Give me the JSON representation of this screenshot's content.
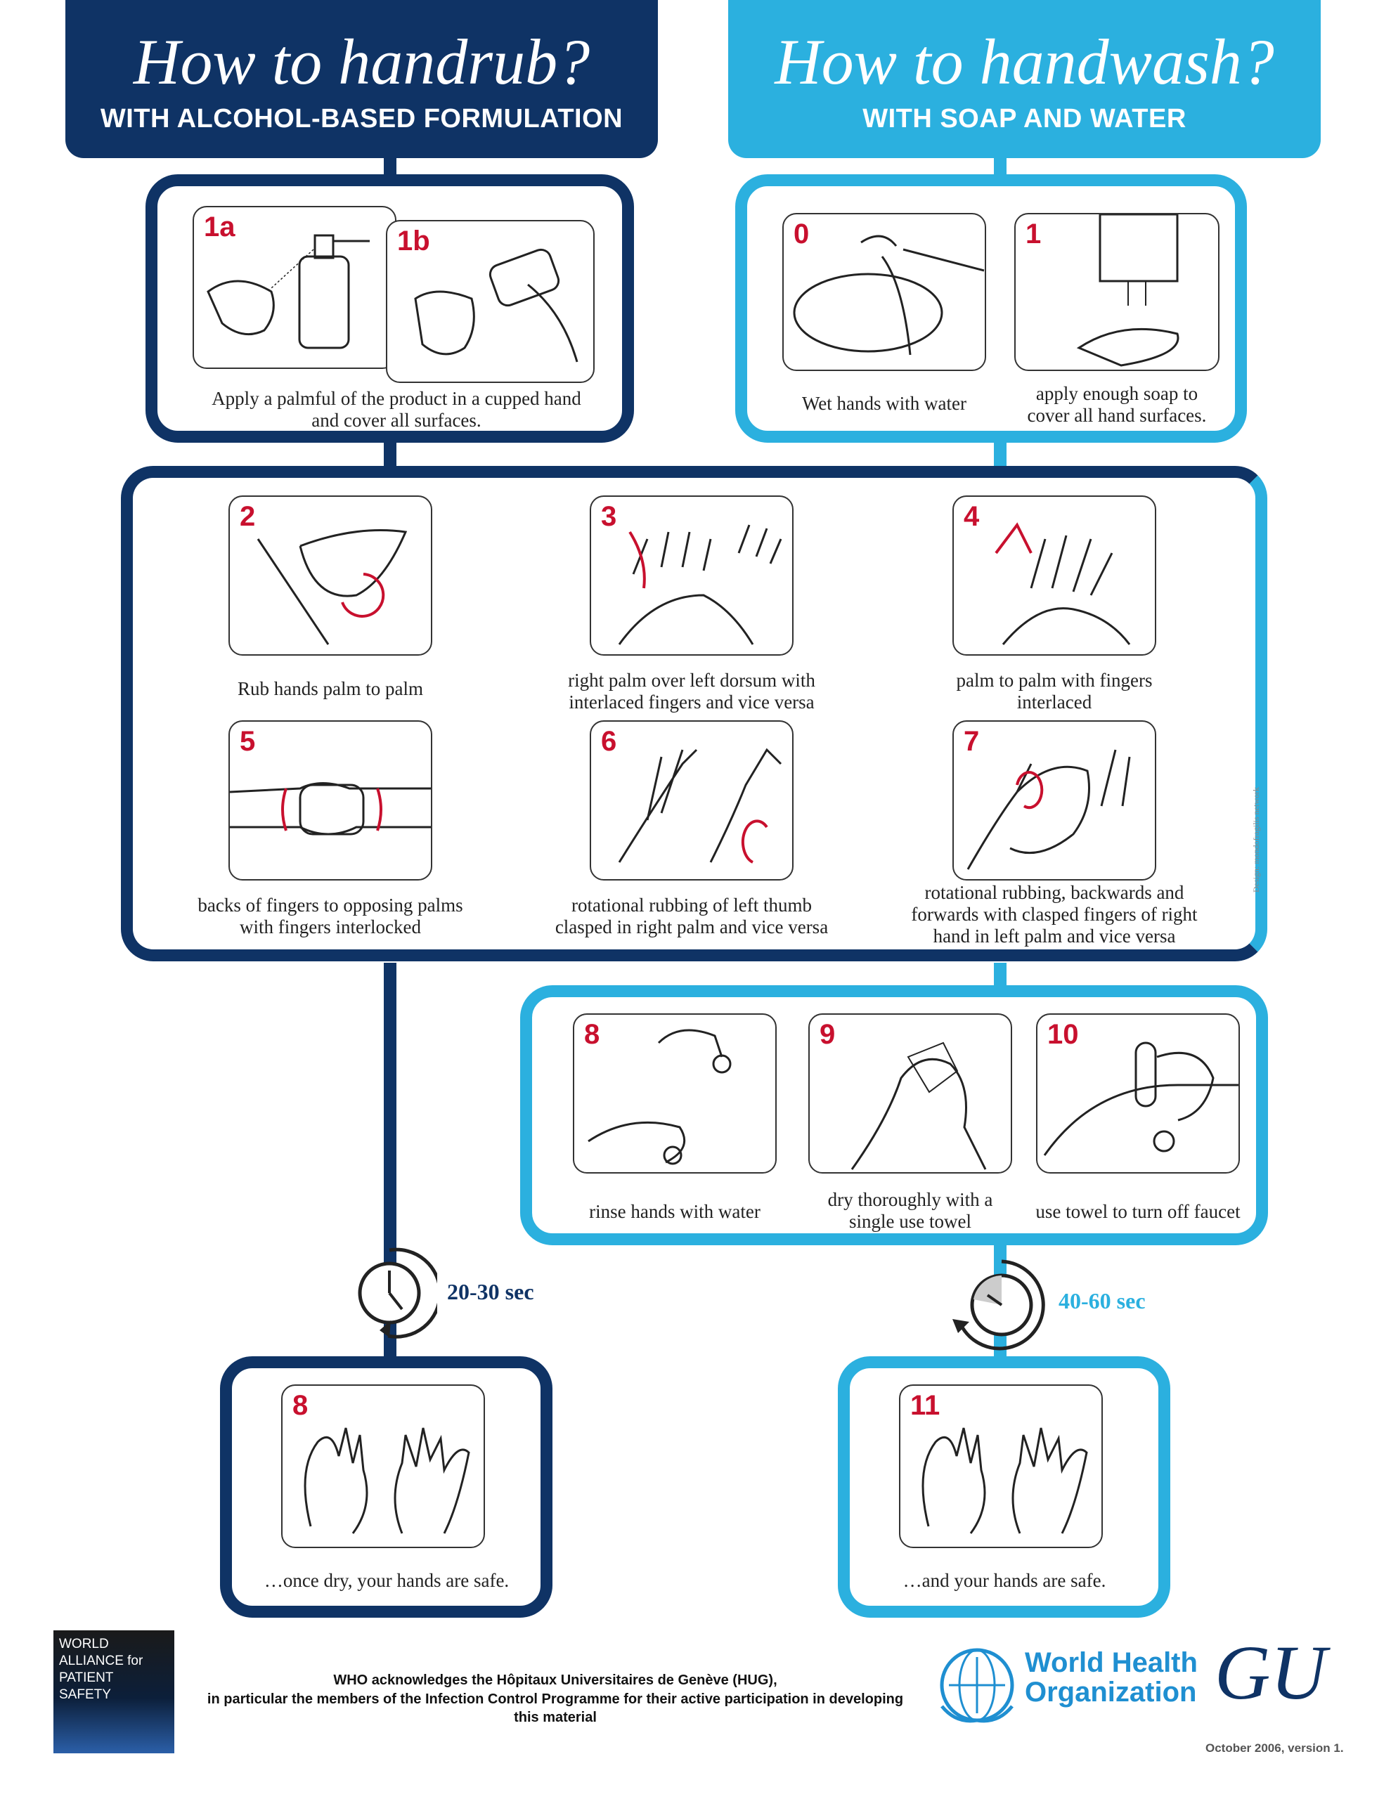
{
  "left_header": {
    "title": "How to handrub?",
    "subtitle": "WITH ALCOHOL-BASED FORMULATION"
  },
  "right_header": {
    "title": "How to handwash?",
    "subtitle": "WITH SOAP AND WATER"
  },
  "handrub_start": {
    "steps": [
      {
        "num": "1a"
      },
      {
        "num": "1b"
      }
    ],
    "caption": "Apply a palmful of the product in a cupped hand and cover all surfaces."
  },
  "handwash_start": {
    "steps": [
      {
        "num": "0",
        "caption": "Wet hands with water"
      },
      {
        "num": "1",
        "caption": "apply enough soap to cover all hand surfaces."
      }
    ]
  },
  "common_steps": [
    {
      "num": "2",
      "caption": "Rub hands palm to palm"
    },
    {
      "num": "3",
      "caption": "right palm over left dorsum with interlaced fingers and vice versa"
    },
    {
      "num": "4",
      "caption": "palm to palm with fingers interlaced"
    },
    {
      "num": "5",
      "caption": "backs of fingers to opposing palms with fingers interlocked"
    },
    {
      "num": "6",
      "caption": "rotational rubbing of left thumb clasped in right palm and vice versa"
    },
    {
      "num": "7",
      "caption": "rotational rubbing, backwards and forwards with clasped fingers of right hand in left palm and vice versa"
    }
  ],
  "handwash_finish": [
    {
      "num": "8",
      "caption": "rinse hands with water"
    },
    {
      "num": "9",
      "caption": "dry thoroughly with a single use towel"
    },
    {
      "num": "10",
      "caption": "use towel to turn off faucet"
    }
  ],
  "timers": {
    "handrub": "20-30 sec",
    "handwash": "40-60 sec"
  },
  "final_steps": {
    "handrub": {
      "num": "8",
      "caption": "…once dry, your hands are safe."
    },
    "handwash": {
      "num": "11",
      "caption": "…and your hands are safe."
    }
  },
  "side_credit": "Design: mondofragilis network",
  "footer": {
    "alliance_logo": "WORLD ALLIANCE for PATIENT SAFETY",
    "acknowledgement_line1": "WHO acknowledges the Hôpitaux Universitaires de Genève (HUG),",
    "acknowledgement_line2": "in particular the members of the Infection Control Programme for their active participation in developing this material",
    "who_logo_line1": "World Health",
    "who_logo_line2": "Organization",
    "gu_logo": "GU",
    "version": "October 2006, version 1."
  },
  "colors": {
    "navy": "#0f3365",
    "cyan": "#2bb0df",
    "step_red": "#c8102e"
  }
}
